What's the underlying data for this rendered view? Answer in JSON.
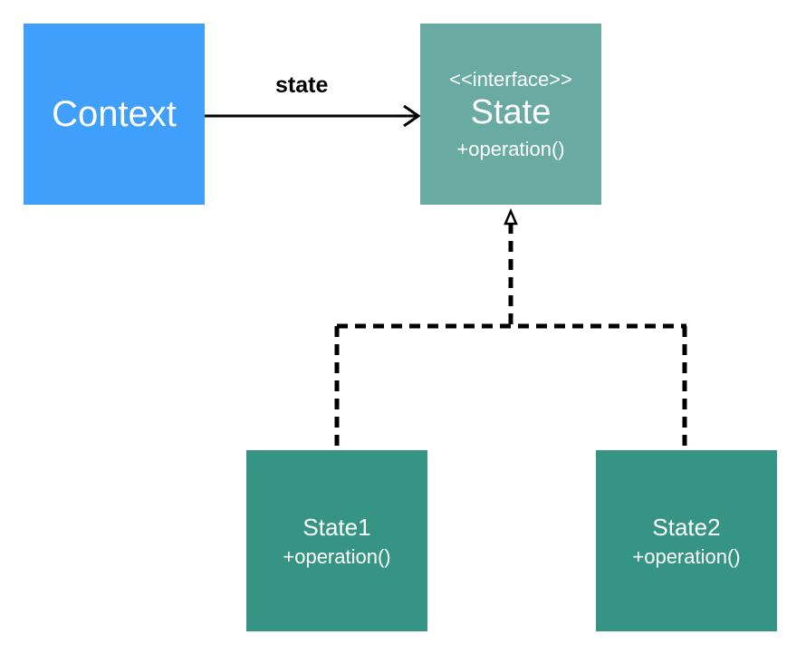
{
  "nodes": {
    "context": {
      "name": "Context"
    },
    "state": {
      "stereotype": "<<interface>>",
      "name": "State",
      "operation": "+operation()"
    },
    "state1": {
      "name": "State1",
      "operation": "+operation()"
    },
    "state2": {
      "name": "State2",
      "operation": "+operation()"
    }
  },
  "edges": {
    "association": {
      "label": "state"
    }
  },
  "colors": {
    "context": "#409ffa",
    "interface": "#69aba3",
    "concrete": "#359483",
    "line": "#000000"
  }
}
